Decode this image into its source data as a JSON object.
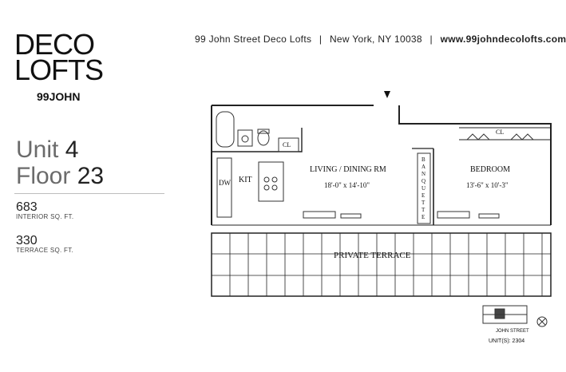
{
  "logo": {
    "line1": "DECO",
    "line2": "LOFTS",
    "line3": "99JOHN"
  },
  "unit": {
    "label": "Unit",
    "value": "4"
  },
  "floor": {
    "label": "Floor",
    "value": "23"
  },
  "stats": [
    {
      "value": "683",
      "caption": "INTERIOR SQ. FT."
    },
    {
      "value": "330",
      "caption": "TERRACE SQ. FT."
    }
  ],
  "header": {
    "name": "99 John Street Deco Lofts",
    "separator": "|",
    "location": "New York, NY 10038",
    "url": "www.99johndecolofts.com"
  },
  "plan": {
    "living_label": "LIVING / DINING RM",
    "living_dims": "18'-0\" x 14'-10\"",
    "bedroom_label": "BEDROOM",
    "bedroom_dims": "13'-6\" x 10'-3\"",
    "kit_label": "KIT",
    "dw_label": "DW",
    "cl_label": "CL",
    "cl2_label": "CL",
    "banquette_label": "BANQUETTE",
    "terrace_label": "PRIVATE TERRACE"
  },
  "keyplan": {
    "street": "JOHN STREET",
    "unit_ref": "UNIT(S): 2304"
  }
}
